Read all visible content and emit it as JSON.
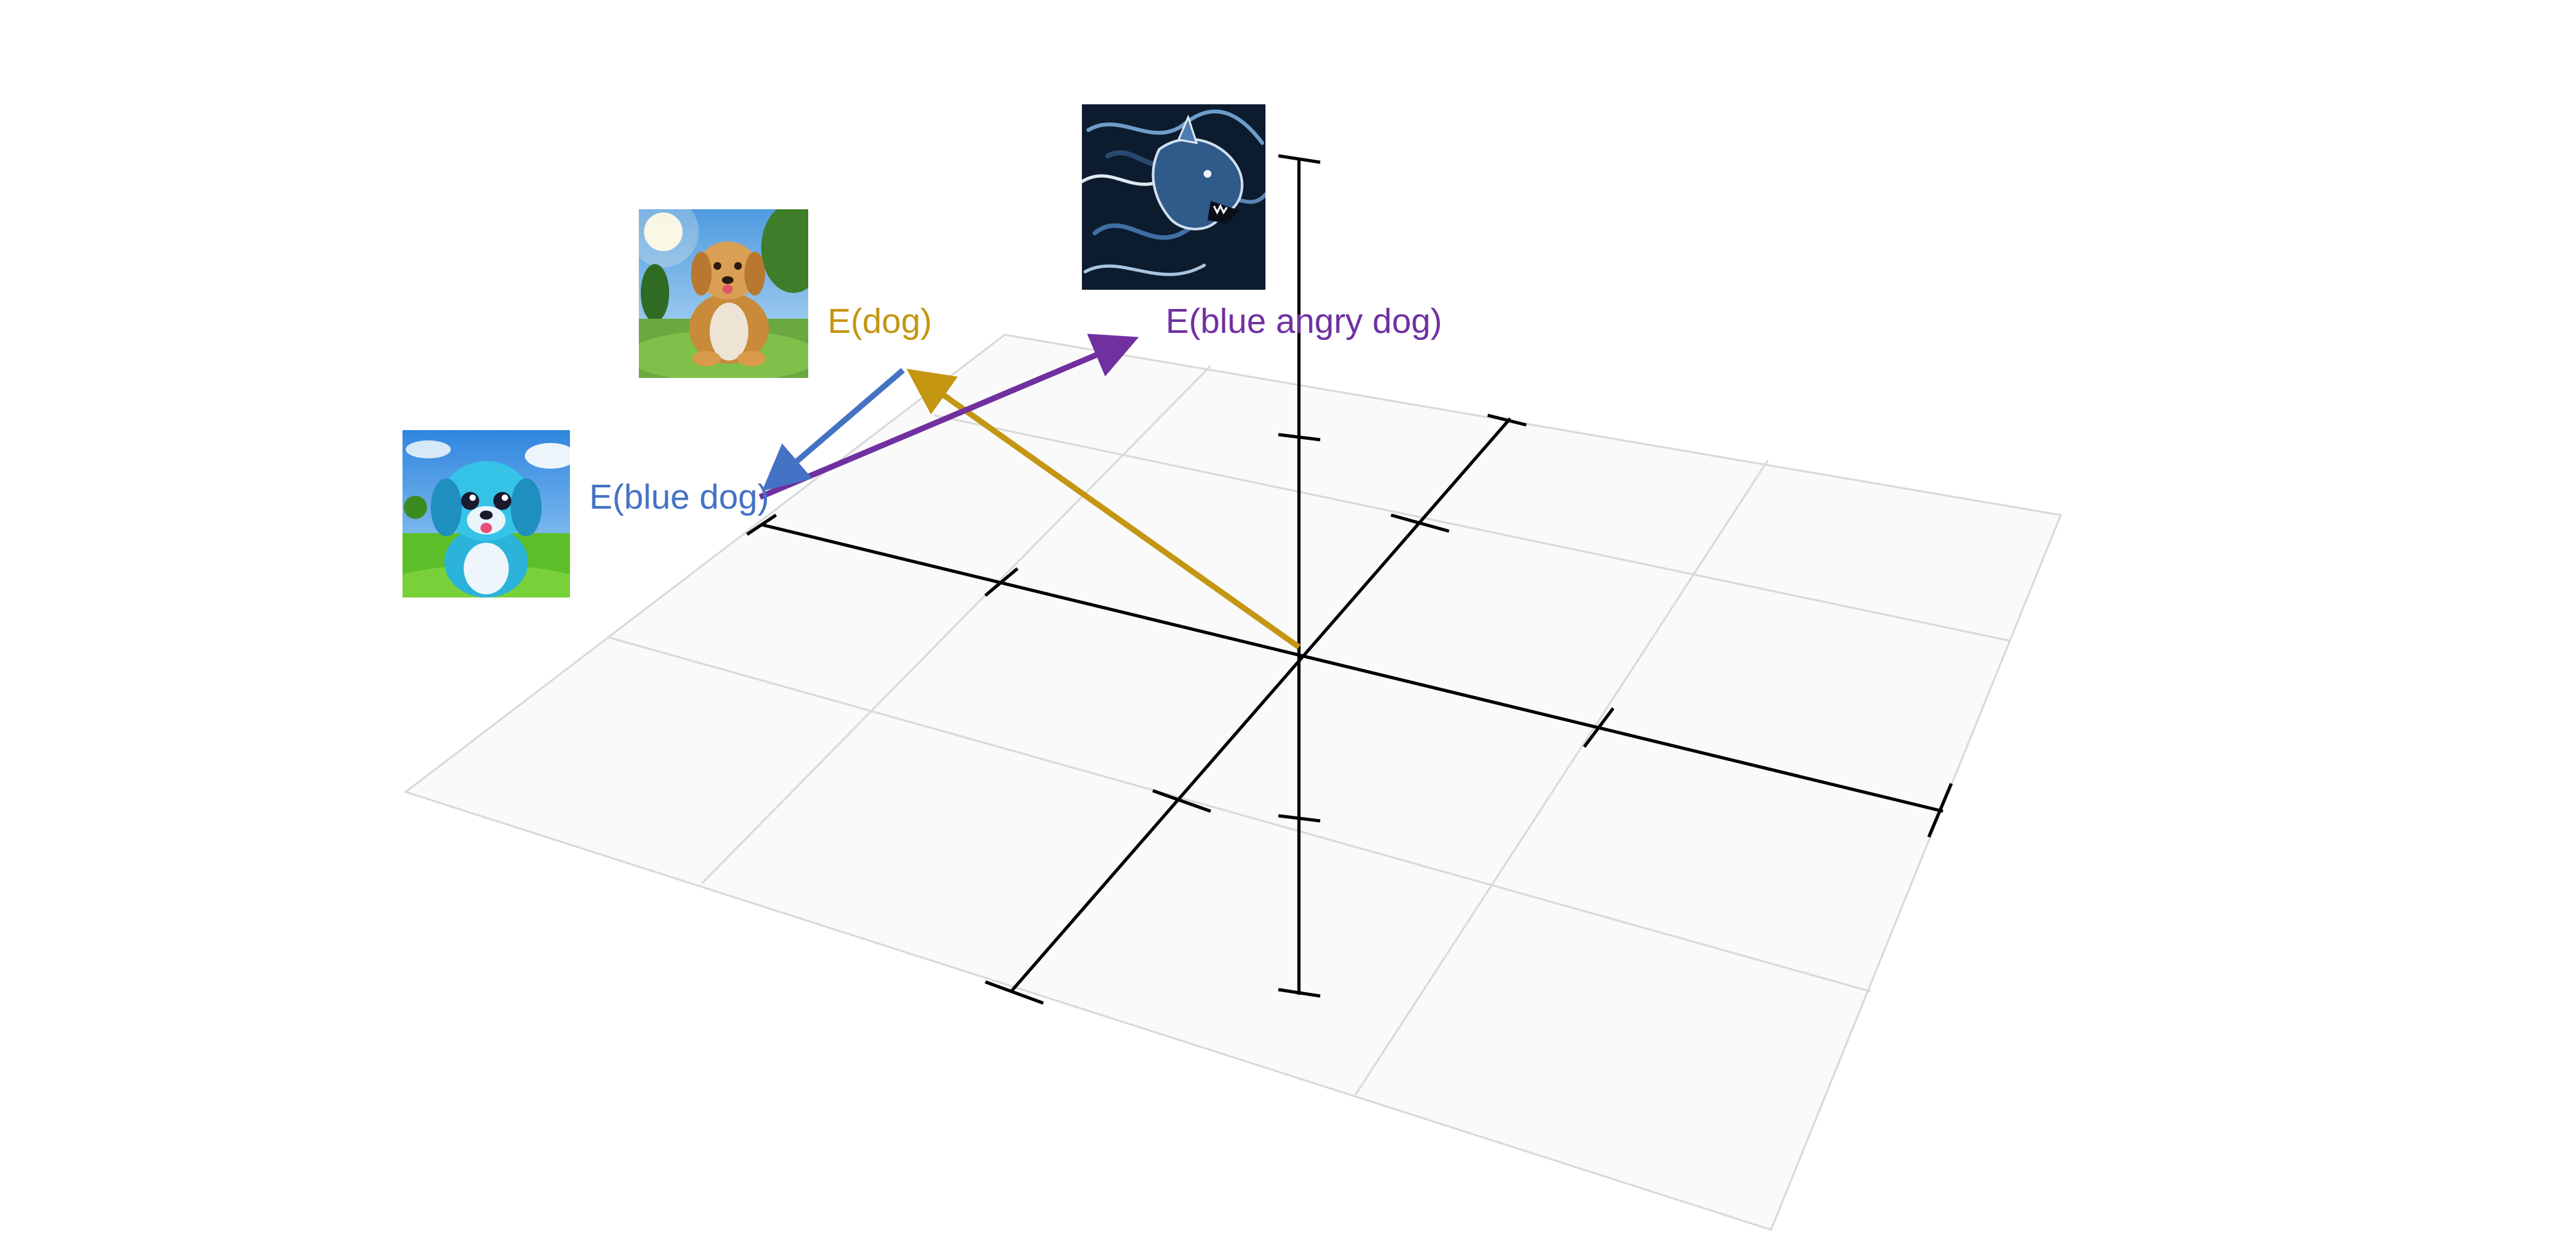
{
  "vectors": [
    {
      "id": "dog",
      "label": "E(dog)",
      "color": "#c49612"
    },
    {
      "id": "blue-angry-dog",
      "label": "E(blue angry dog)",
      "color": "#7030a0"
    },
    {
      "id": "blue-dog",
      "label": "E(blue dog)",
      "color": "#4472c4"
    }
  ],
  "thumbnails": [
    {
      "id": "golden-dog",
      "depicts": "golden retriever puppy sitting on grass in a sunny park"
    },
    {
      "id": "blue-angry-dog",
      "depicts": "snarling blue wolf-like dog with swirling fur"
    },
    {
      "id": "blue-dog",
      "depicts": "cartoon blue puppy on a green meadow"
    }
  ],
  "colors": {
    "plane_fill": "#fafafa",
    "plane_grid": "#d9d9d9",
    "axes": "#000000"
  }
}
